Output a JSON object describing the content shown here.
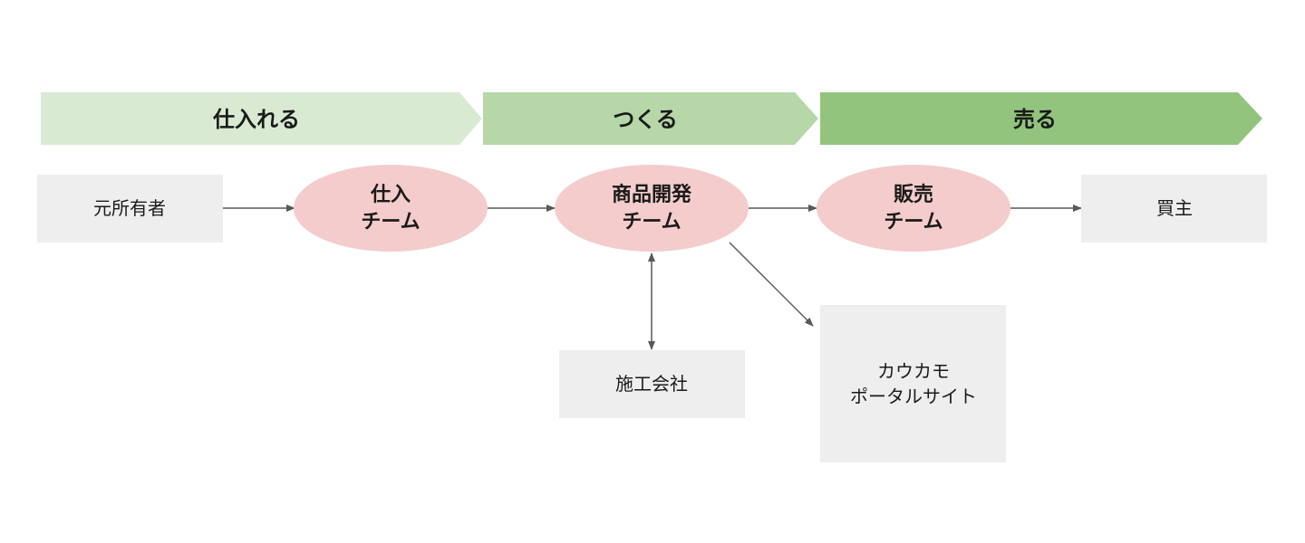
{
  "phases": [
    {
      "label": "仕入れる",
      "color": "#d9ead3"
    },
    {
      "label": "つくる",
      "color": "#b6d7a8"
    },
    {
      "label": "売る",
      "color": "#93c47d"
    }
  ],
  "teams": {
    "purchase": {
      "line1": "仕入",
      "line2": "チーム"
    },
    "product": {
      "line1": "商品開発",
      "line2": "チーム"
    },
    "sales": {
      "line1": "販売",
      "line2": "チーム"
    }
  },
  "boxes": {
    "owner": "元所有者",
    "buyer": "買主",
    "contractor": "施工会社",
    "portal": {
      "line1": "カウカモ",
      "line2": "ポータルサイト"
    }
  },
  "colors": {
    "team_fill": "#f4cccc",
    "box_fill": "#eeeeee",
    "arrow": "#595959"
  }
}
